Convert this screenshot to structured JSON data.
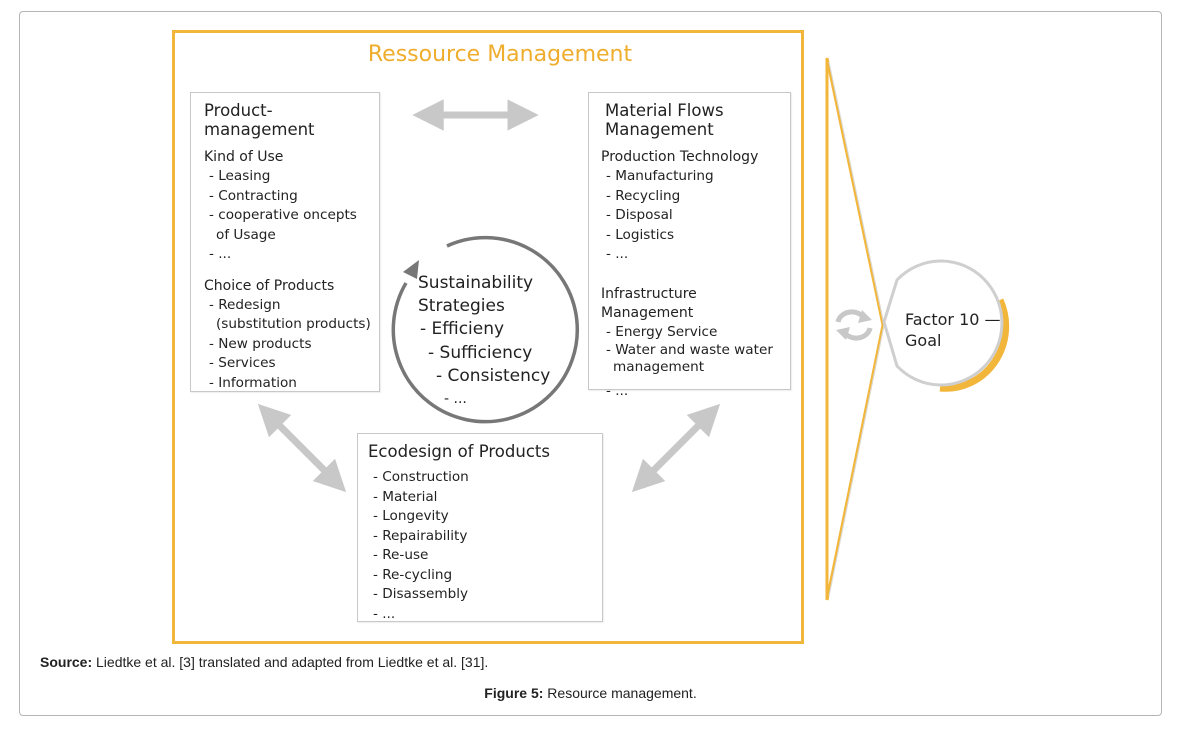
{
  "main_title": "Ressource Management",
  "product_management": {
    "title_line1": "Product-",
    "title_line2": "management",
    "kind_of_use": "Kind of Use",
    "kind_items": [
      "- Leasing",
      "- Contracting",
      "- cooperative oncepts",
      "of Usage",
      "- ..."
    ],
    "choice_of_products": "Choice of Products",
    "choice_items": [
      "- Redesign",
      "(substitution products)",
      "- New products",
      "- Services",
      "- Information"
    ]
  },
  "material_flows": {
    "title_line1": "Material Flows",
    "title_line2": "Management",
    "production_technology": "Production Technology",
    "production_items": [
      "- Manufacturing",
      "- Recycling",
      "- Disposal",
      "- Logistics",
      "- ..."
    ],
    "infrastructure": "Infrastructure Management",
    "infrastructure_items": [
      "- Energy Service",
      "- Water and waste water",
      "management",
      "- ..."
    ]
  },
  "ecodesign": {
    "title": "Ecodesign of Products",
    "items": [
      "- Construction",
      "- Material",
      "- Longevity",
      "- Repairability",
      "- Re-use",
      "- Re-cycling",
      "- Disassembly",
      "- ..."
    ]
  },
  "sustainability": {
    "line1": "Sustainability",
    "line2": "Strategies",
    "items": [
      "- Efficieny",
      "- Sufficiency",
      "- Consistency",
      "- ..."
    ]
  },
  "goal": {
    "line1": "Factor 10 —",
    "line2": "Goal"
  },
  "caption": {
    "source_label": "Source:",
    "source_text": " Liedtke et al. [3] translated and adapted from Liedtke et al. [31].",
    "figure_label": "Figure 5:",
    "figure_text": " Resource management."
  },
  "colors": {
    "accent": "#f2b63a",
    "arrow_gray": "#c8c8c8",
    "cycle_gray": "#777777"
  }
}
